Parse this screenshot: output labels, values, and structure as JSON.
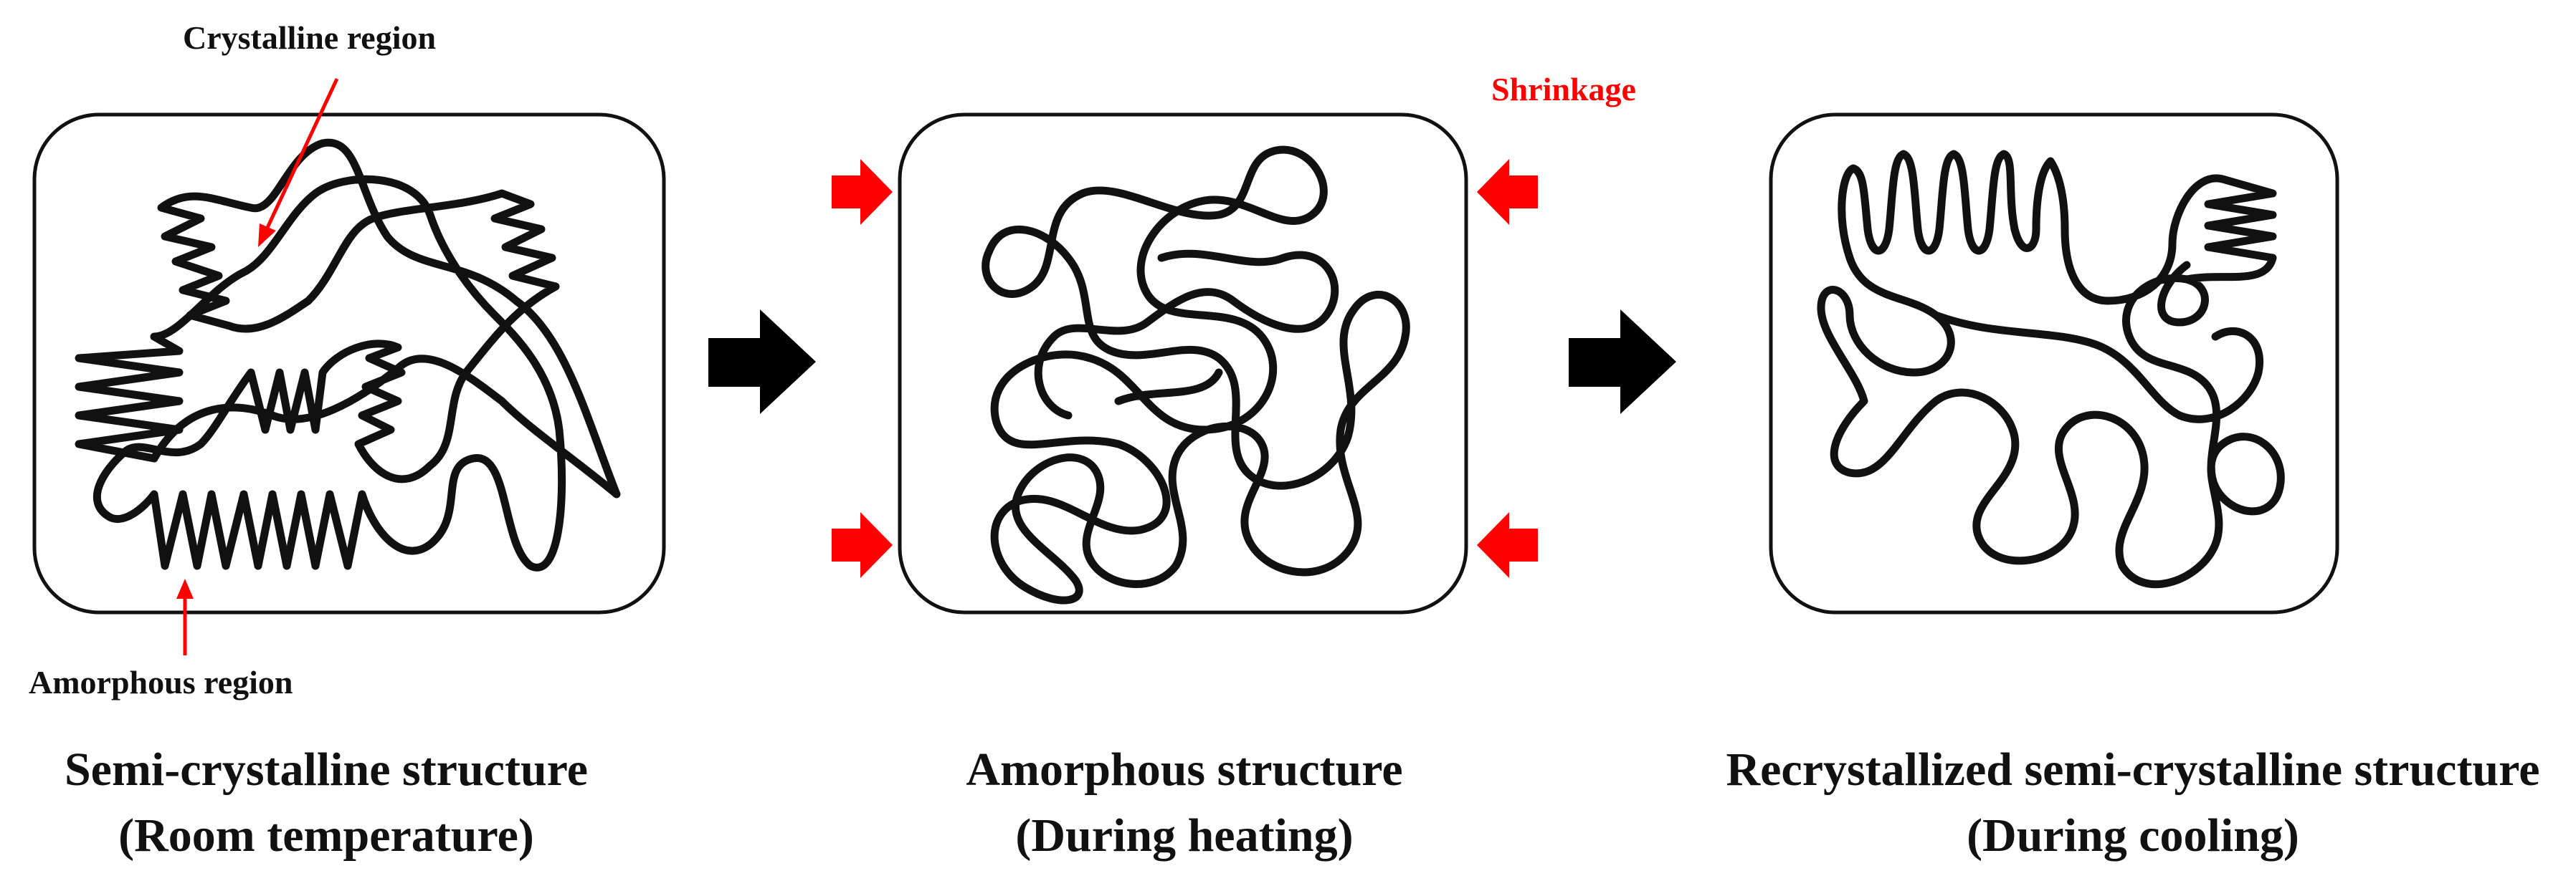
{
  "colors": {
    "ink": "#111111",
    "accent": "#ff0000",
    "background": "#ffffff"
  },
  "annotations": {
    "crystalline": "Crystalline region",
    "amorphous": "Amorphous region",
    "shrinkage": "Shrinkage"
  },
  "panels": [
    {
      "caption_line1": "Semi-crystalline structure",
      "caption_line2": "(Room temperature)"
    },
    {
      "caption_line1": "Amorphous structure",
      "caption_line2": "(During heating)"
    },
    {
      "caption_line1": "Recrystallized semi-crystalline structure",
      "caption_line2": "(During cooling)"
    }
  ],
  "icons": {
    "process_arrow": "right-arrow-icon",
    "shrinkage_arrow": "compression-arrow-icon"
  }
}
